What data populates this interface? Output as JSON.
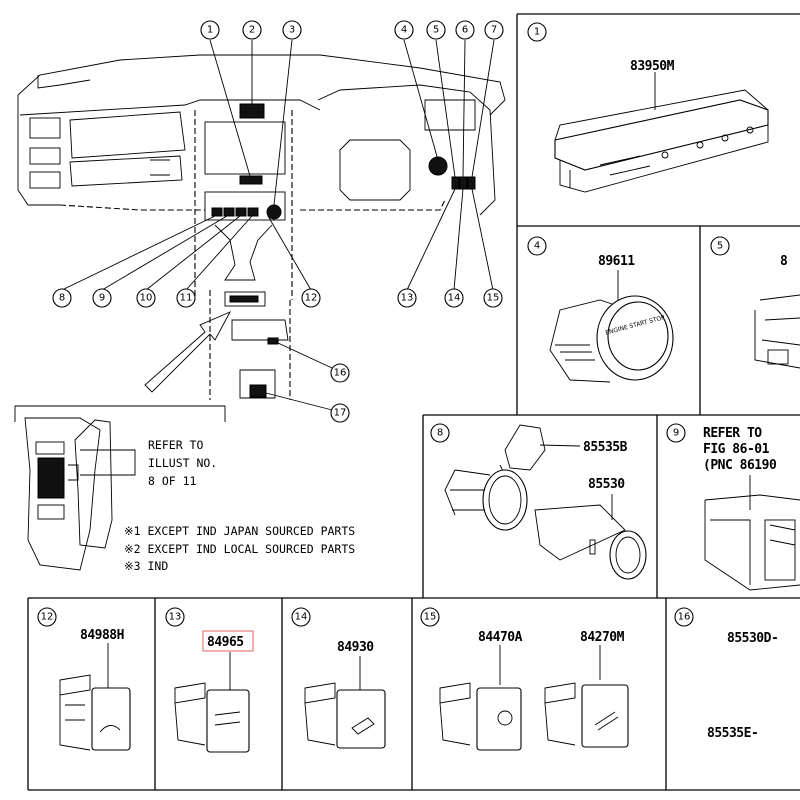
{
  "callouts": {
    "c1": "1",
    "c2": "2",
    "c3": "3",
    "c4": "4",
    "c5": "5",
    "c6": "6",
    "c7": "7",
    "c8": "8",
    "c9": "9",
    "c10": "10",
    "c11": "11",
    "c12": "12",
    "c13": "13",
    "c14": "14",
    "c15": "15",
    "c16": "16",
    "c17": "17"
  },
  "inset": {
    "refer_line1": "REFER TO",
    "refer_line2": "ILLUST NO.",
    "refer_line3": "8 OF 11"
  },
  "notes": {
    "note1": "※1 EXCEPT IND JAPAN SOURCED PARTS",
    "note2": "※2 EXCEPT IND LOCAL SOURCED PARTS",
    "note3": "※3 IND"
  },
  "panels": {
    "p1": {
      "num": "1",
      "part": "83950M"
    },
    "p4": {
      "num": "4",
      "part": "89611",
      "button_text": "ENGINE START STOP"
    },
    "p5": {
      "num": "5",
      "part": "8"
    },
    "p8": {
      "num": "8",
      "part_a": "85535B",
      "part_b": "85530"
    },
    "p9": {
      "num": "9",
      "ref1": "REFER TO",
      "ref2": "FIG 86-01",
      "ref3": "(PNC 86190"
    },
    "p12": {
      "num": "12",
      "part": "84988H"
    },
    "p13": {
      "num": "13",
      "part": "84965"
    },
    "p14": {
      "num": "14",
      "part": "84930"
    },
    "p15": {
      "num": "15",
      "part_a": "84470A",
      "part_b": "84270M"
    },
    "p16": {
      "num": "16",
      "part_a": "85530D-",
      "part_b": "85535E-"
    }
  }
}
